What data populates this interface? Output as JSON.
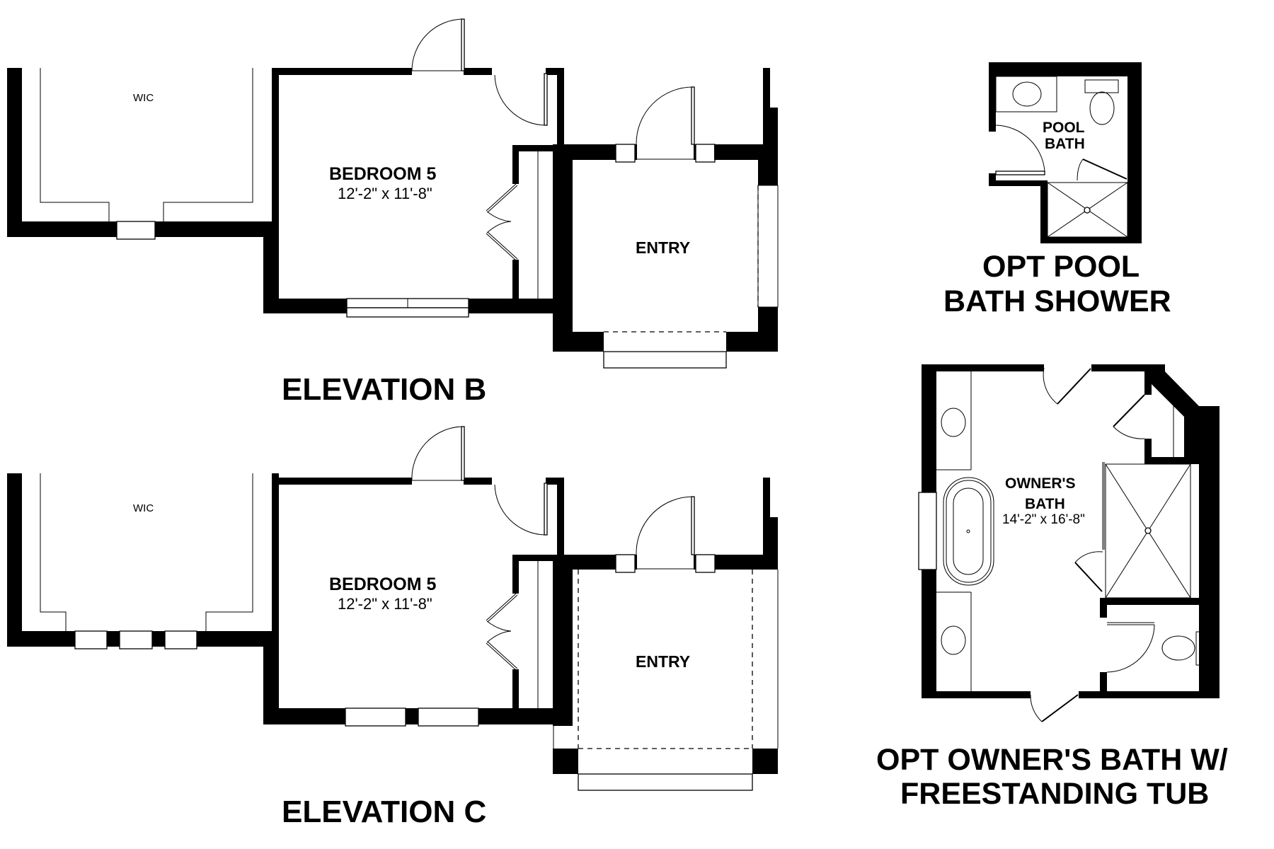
{
  "plans": {
    "elevation_b": {
      "title": "ELEVATION B",
      "wic": {
        "label": "WIC"
      },
      "bedroom": {
        "name": "BEDROOM 5",
        "dimensions": "12'-2\" x 11'-8\""
      },
      "entry": {
        "name": "ENTRY"
      }
    },
    "elevation_c": {
      "title": "ELEVATION C",
      "wic": {
        "label": "WIC"
      },
      "bedroom": {
        "name": "BEDROOM 5",
        "dimensions": "12'-2\" x 11'-8\""
      },
      "entry": {
        "name": "ENTRY"
      }
    },
    "pool_bath": {
      "title_line1": "OPT POOL",
      "title_line2": "BATH SHOWER",
      "room": {
        "name_line1": "POOL",
        "name_line2": "BATH"
      }
    },
    "owners_bath": {
      "title_line1": "OPT OWNER'S BATH W/",
      "title_line2": "FREESTANDING TUB",
      "room": {
        "name_line1": "OWNER'S",
        "name_line2": "BATH",
        "dimensions": "14'-2\" x 16'-8\""
      }
    }
  },
  "colors": {
    "wall": "#000000",
    "background": "#ffffff"
  }
}
